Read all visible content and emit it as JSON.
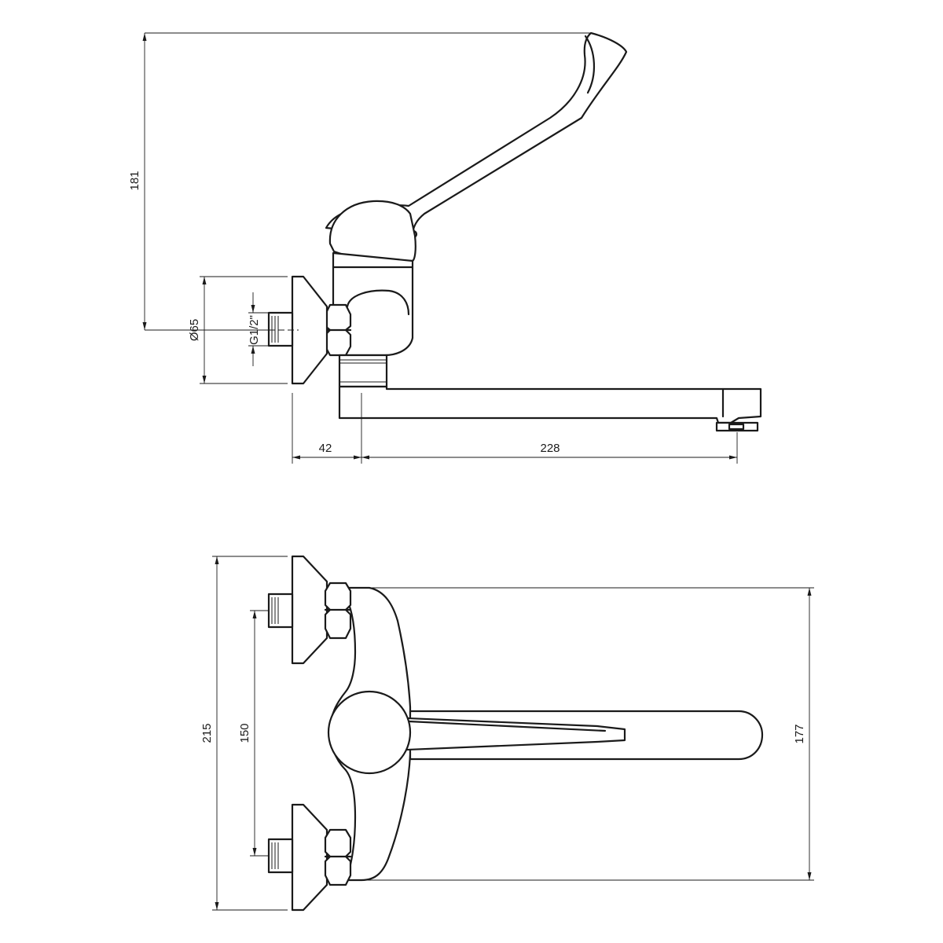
{
  "dimensions": {
    "side_view": {
      "height_total": "181",
      "flange_diameter": "Ø65",
      "thread": "G1/2\"",
      "wall_offset": "42",
      "spout_reach": "228"
    },
    "front_view": {
      "overall_height": "215",
      "inlet_spacing": "150",
      "body_height": "177"
    }
  }
}
